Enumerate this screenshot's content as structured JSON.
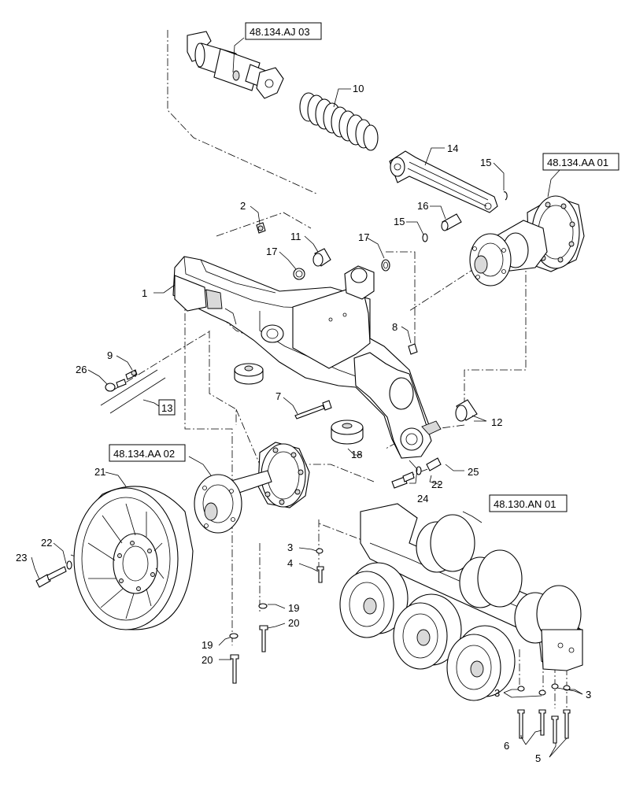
{
  "references": {
    "spring_assembly": "48.134.AJ 03",
    "hub_right": "48.134.AA 01",
    "hub_left": "48.134.AA 02",
    "bogie_assembly": "48.130.AN 01",
    "kit": "13"
  },
  "callouts": {
    "c1": "1",
    "c2": "2",
    "c3": "3",
    "c4": "4",
    "c5": "5",
    "c6": "6",
    "c7": "7",
    "c8": "8",
    "c9": "9",
    "c10": "10",
    "c11": "11",
    "c12": "12",
    "c14": "14",
    "c15": "15",
    "c16": "16",
    "c17": "17",
    "c18": "18",
    "c19": "19",
    "c20": "20",
    "c21": "21",
    "c22": "22",
    "c23": "23",
    "c24": "24",
    "c25": "25",
    "c26": "26"
  }
}
